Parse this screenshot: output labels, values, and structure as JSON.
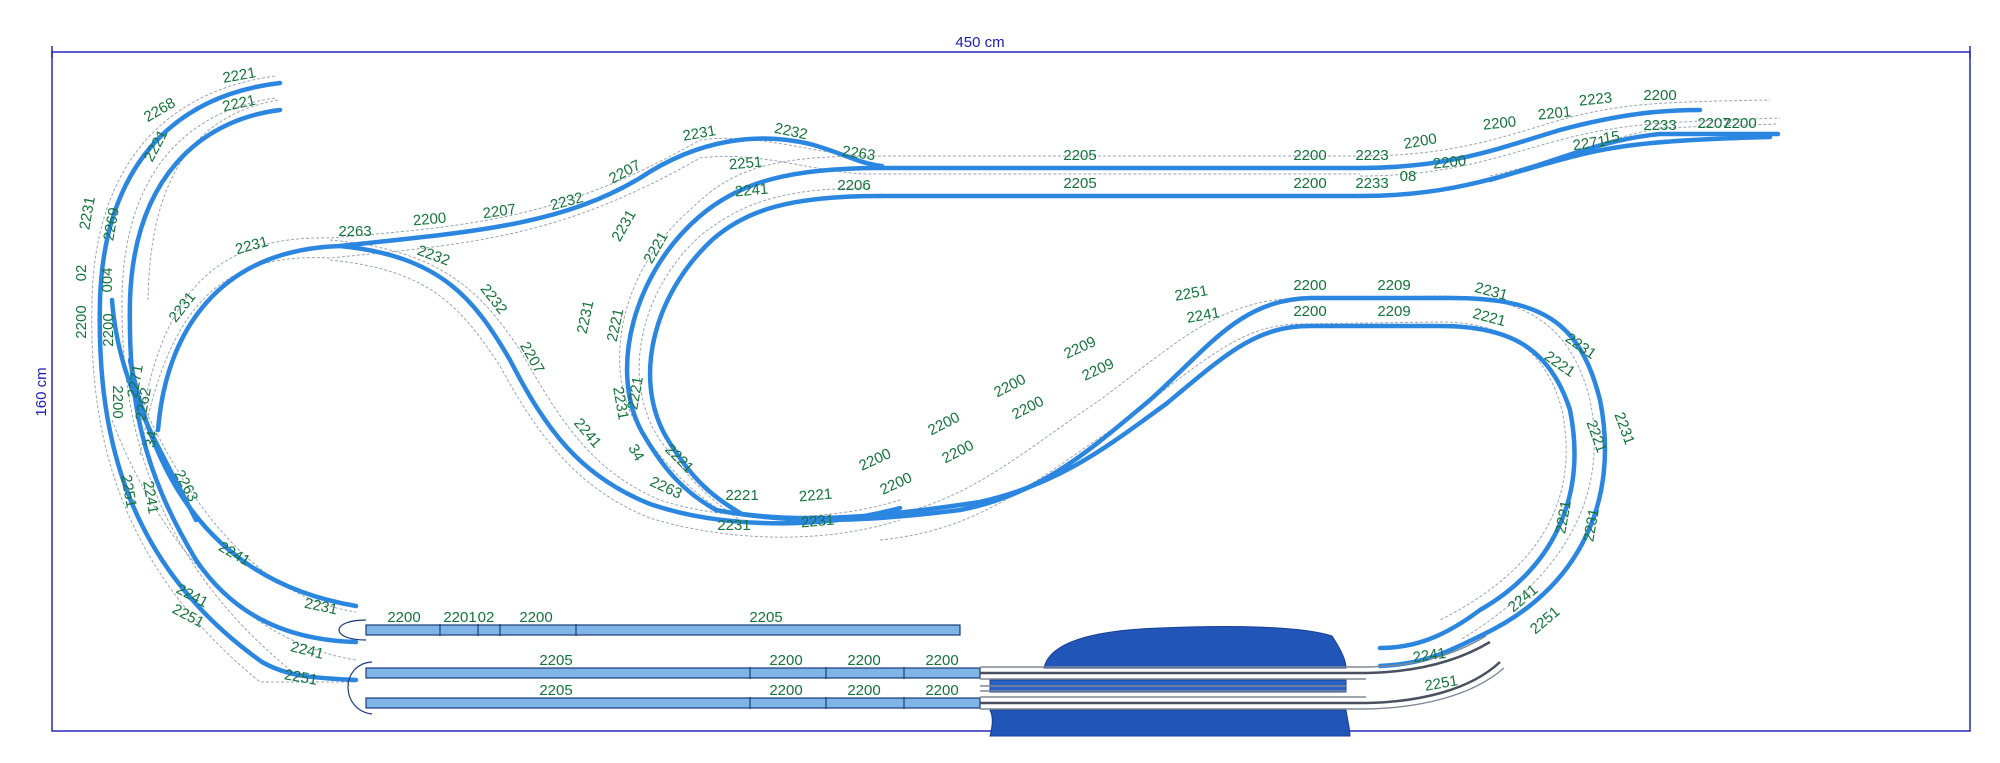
{
  "dimensions": {
    "width_label": "450 cm",
    "height_label": "160 cm"
  },
  "colors": {
    "frame": "#1a1ab4",
    "track": "#2b86e0",
    "labels": "#13733a",
    "platform": "#2255b8"
  },
  "track_labels": [
    "2221",
    "2221",
    "2268",
    "2221",
    "2231",
    "2269",
    "02",
    "004",
    "2200",
    "2200",
    "2200",
    "2271",
    "2262",
    "34",
    "2251",
    "2241",
    "2263",
    "2241",
    "2241",
    "2251",
    "2231",
    "2241",
    "2251",
    "2231",
    "2231",
    "2263",
    "2200",
    "2207",
    "2232",
    "2207",
    "2231",
    "2232",
    "2263",
    "2251",
    "2241",
    "2205",
    "2205",
    "2206",
    "2232",
    "2232",
    "2207",
    "2241",
    "2200",
    "2200",
    "2223",
    "2233",
    "08",
    "2200",
    "2200",
    "2200",
    "2201",
    "2223",
    "2200",
    "2271",
    "15",
    "2233",
    "2207",
    "2200",
    "2231",
    "2221",
    "2231",
    "2221",
    "2221",
    "2231",
    "34",
    "2221",
    "2263",
    "2221",
    "2221",
    "2231",
    "2231",
    "2200",
    "2200",
    "2200",
    "2200",
    "2200",
    "2200",
    "2209",
    "2209",
    "2251",
    "2241",
    "2200",
    "2200",
    "2209",
    "2209",
    "2231",
    "2221",
    "2231",
    "2221",
    "2231",
    "2221",
    "2221",
    "2231",
    "2241",
    "2251",
    "2241",
    "2251",
    "2200",
    "2201",
    "02",
    "2200",
    "2205",
    "2205",
    "2200",
    "2200",
    "2200",
    "2205",
    "2200",
    "2200",
    "2200"
  ]
}
